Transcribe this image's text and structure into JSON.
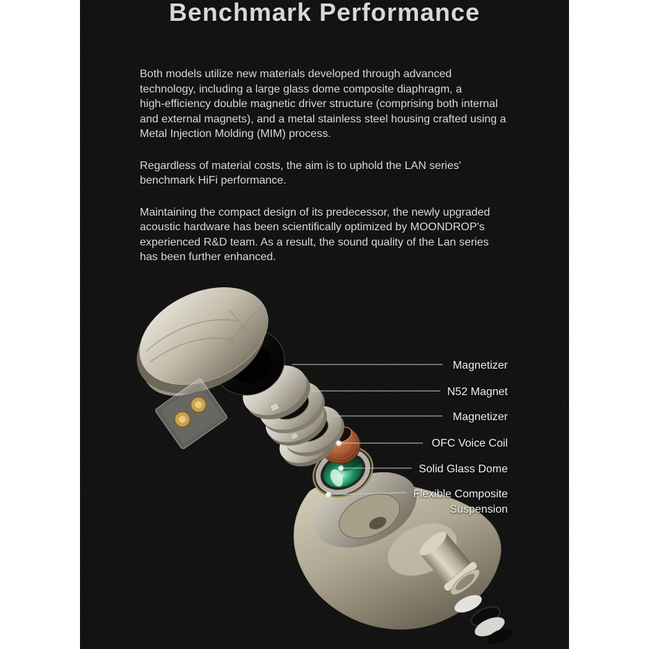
{
  "header": {
    "title": "Benchmark Performance"
  },
  "body_text": {
    "paragraph_materials": [
      "Both models utilize new materials developed through advanced",
      "technology, including a large glass dome composite diaphragm, a",
      "high-efficiency double magnetic driver structure (comprising both internal",
      "and external magnets), and a metal stainless steel housing crafted using a",
      "Metal Injection Molding (MIM) process."
    ],
    "paragraph_benchmark": [
      "Regardless of material costs, the aim is to uphold the LAN series'",
      "benchmark HiFi performance."
    ],
    "paragraph_optimized": [
      "Maintaining the compact design of its predecessor, the newly upgraded",
      "acoustic hardware has been scientifically optimized by MOONDROP's",
      "experienced R&D team. As a result, the sound quality of the Lan series",
      "has been further enhanced."
    ]
  },
  "diagram": {
    "labels": {
      "magnetizer_top": "Magnetizer",
      "n52_magnet": "N52 Magnet",
      "magnetizer_bottom": "Magnetizer",
      "ofc_voice_coil": "OFC Voice Coil",
      "solid_glass_dome": "Solid Glass Dome",
      "flexible_suspension": [
        "Flexible Composite",
        "Suspension"
      ]
    },
    "parts": [
      "faceplate-shell",
      "2pin-connector",
      "driver-rear-ring",
      "magnetizer-disc",
      "n52-magnet-ring",
      "magnetizer-disc-2",
      "ofc-voice-coil",
      "solid-glass-dome",
      "flexible-composite-suspension",
      "driver-housing-body",
      "nozzle",
      "nozzle-mesh-discs"
    ]
  },
  "colors": {
    "panel_bg": "#0b0b0b",
    "title_color": "#d8d8d8",
    "body_color": "#dcdcdc",
    "label_color": "#f0f0f0",
    "leader_line": "#c9c9c9",
    "metal_light": "#f2efe6",
    "metal_dark": "#7d7769",
    "champagne": "#c6bfae",
    "copper": "#b06038",
    "glass_teal": "#1b8a5e",
    "gold_pin": "#caa24e"
  }
}
